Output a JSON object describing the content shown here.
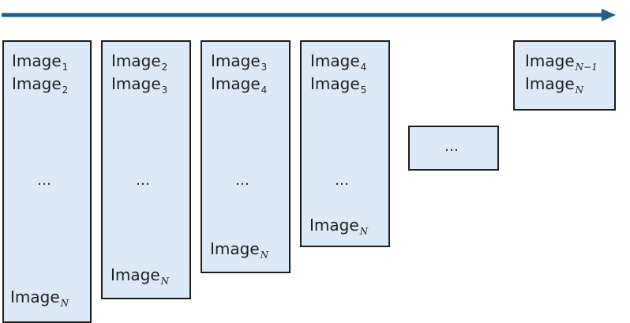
{
  "diagram": {
    "arrow_color": "#1f5f86",
    "box_fill": "#dce9f6",
    "box_border": "#1e1e1e",
    "columns": [
      {
        "line1": {
          "base": "Image",
          "sub": "1"
        },
        "line2": {
          "base": "Image",
          "sub": "2"
        },
        "ellipsis": "…",
        "last": {
          "base": "Image",
          "sub": "N"
        }
      },
      {
        "line1": {
          "base": "Image",
          "sub": "2"
        },
        "line2": {
          "base": "Image",
          "sub": "3"
        },
        "ellipsis": "…",
        "last": {
          "base": "Image",
          "sub": "N"
        }
      },
      {
        "line1": {
          "base": "Image",
          "sub": "3"
        },
        "line2": {
          "base": "Image",
          "sub": "4"
        },
        "ellipsis": "…",
        "last": {
          "base": "Image",
          "sub": "N"
        }
      },
      {
        "line1": {
          "base": "Image",
          "sub": "4"
        },
        "line2": {
          "base": "Image",
          "sub": "5"
        },
        "ellipsis": "…",
        "last": {
          "base": "Image",
          "sub": "N"
        }
      }
    ],
    "middle": {
      "ellipsis": "…"
    },
    "last_column": {
      "line1": {
        "base": "Image",
        "sub": "N−1"
      },
      "line2": {
        "base": "Image",
        "sub": "N"
      }
    }
  }
}
